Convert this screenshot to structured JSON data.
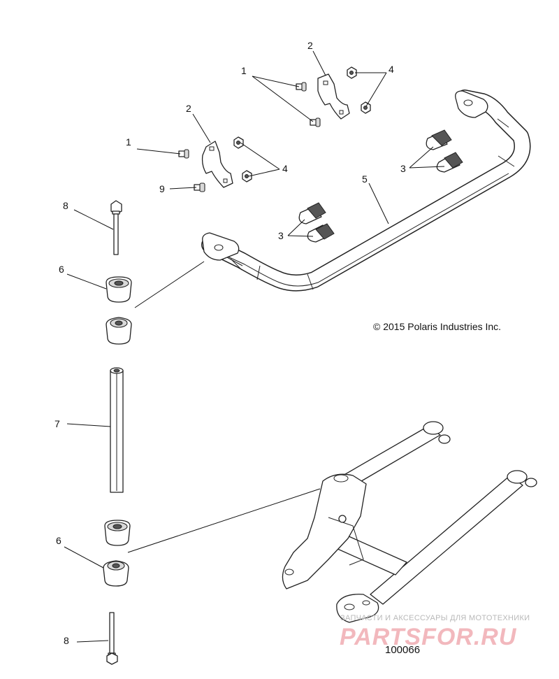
{
  "copyright": "© 2015 Polaris Industries Inc.",
  "figure_number": "100066",
  "watermark": {
    "subtitle": "ЗАПЧАСТИ И АКСЕССУАРЫ ДЛЯ МОТОТЕХНИКИ",
    "brand": "PARTSFOR.RU"
  },
  "callouts": [
    {
      "id": "c1a",
      "text": "1"
    },
    {
      "id": "c1b",
      "text": "1"
    },
    {
      "id": "c2a",
      "text": "2"
    },
    {
      "id": "c2b",
      "text": "2"
    },
    {
      "id": "c3a",
      "text": "3"
    },
    {
      "id": "c3b",
      "text": "3"
    },
    {
      "id": "c4a",
      "text": "4"
    },
    {
      "id": "c4b",
      "text": "4"
    },
    {
      "id": "c5",
      "text": "5"
    },
    {
      "id": "c6a",
      "text": "6"
    },
    {
      "id": "c6b",
      "text": "6"
    },
    {
      "id": "c7",
      "text": "7"
    },
    {
      "id": "c8a",
      "text": "8"
    },
    {
      "id": "c8b",
      "text": "8"
    },
    {
      "id": "c9",
      "text": "9"
    }
  ]
}
